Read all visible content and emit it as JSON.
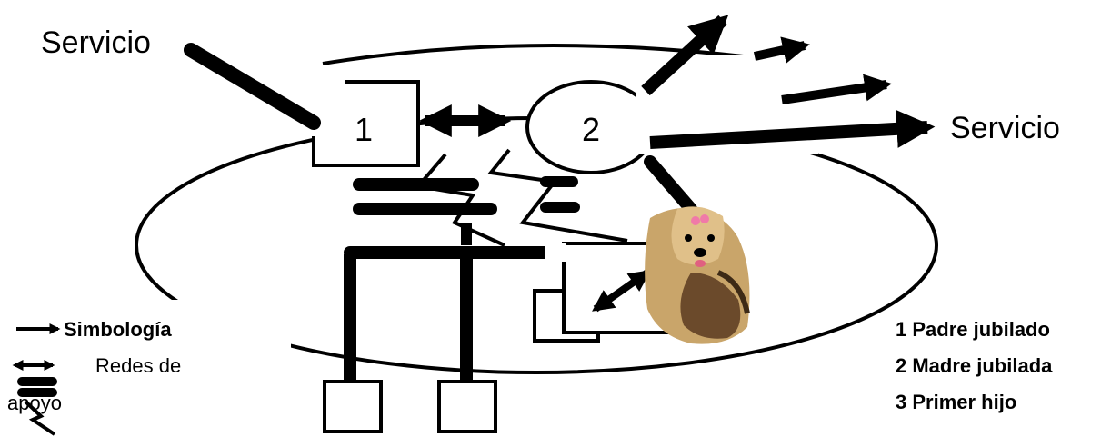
{
  "diagram": {
    "service_left": "Servicio",
    "service_right": "Servicio",
    "node_1": "1",
    "node_2": "2"
  },
  "legend_left": {
    "title": "Simbología",
    "redes_line1": "Redes de",
    "redes_line2": "apoyo"
  },
  "legend_right": {
    "items": [
      "1 Padre jubilado",
      "2 Madre jubilada",
      "3 Primer hijo"
    ]
  },
  "pet": {
    "icon": "yorkshire-terrier-dog-icon"
  }
}
